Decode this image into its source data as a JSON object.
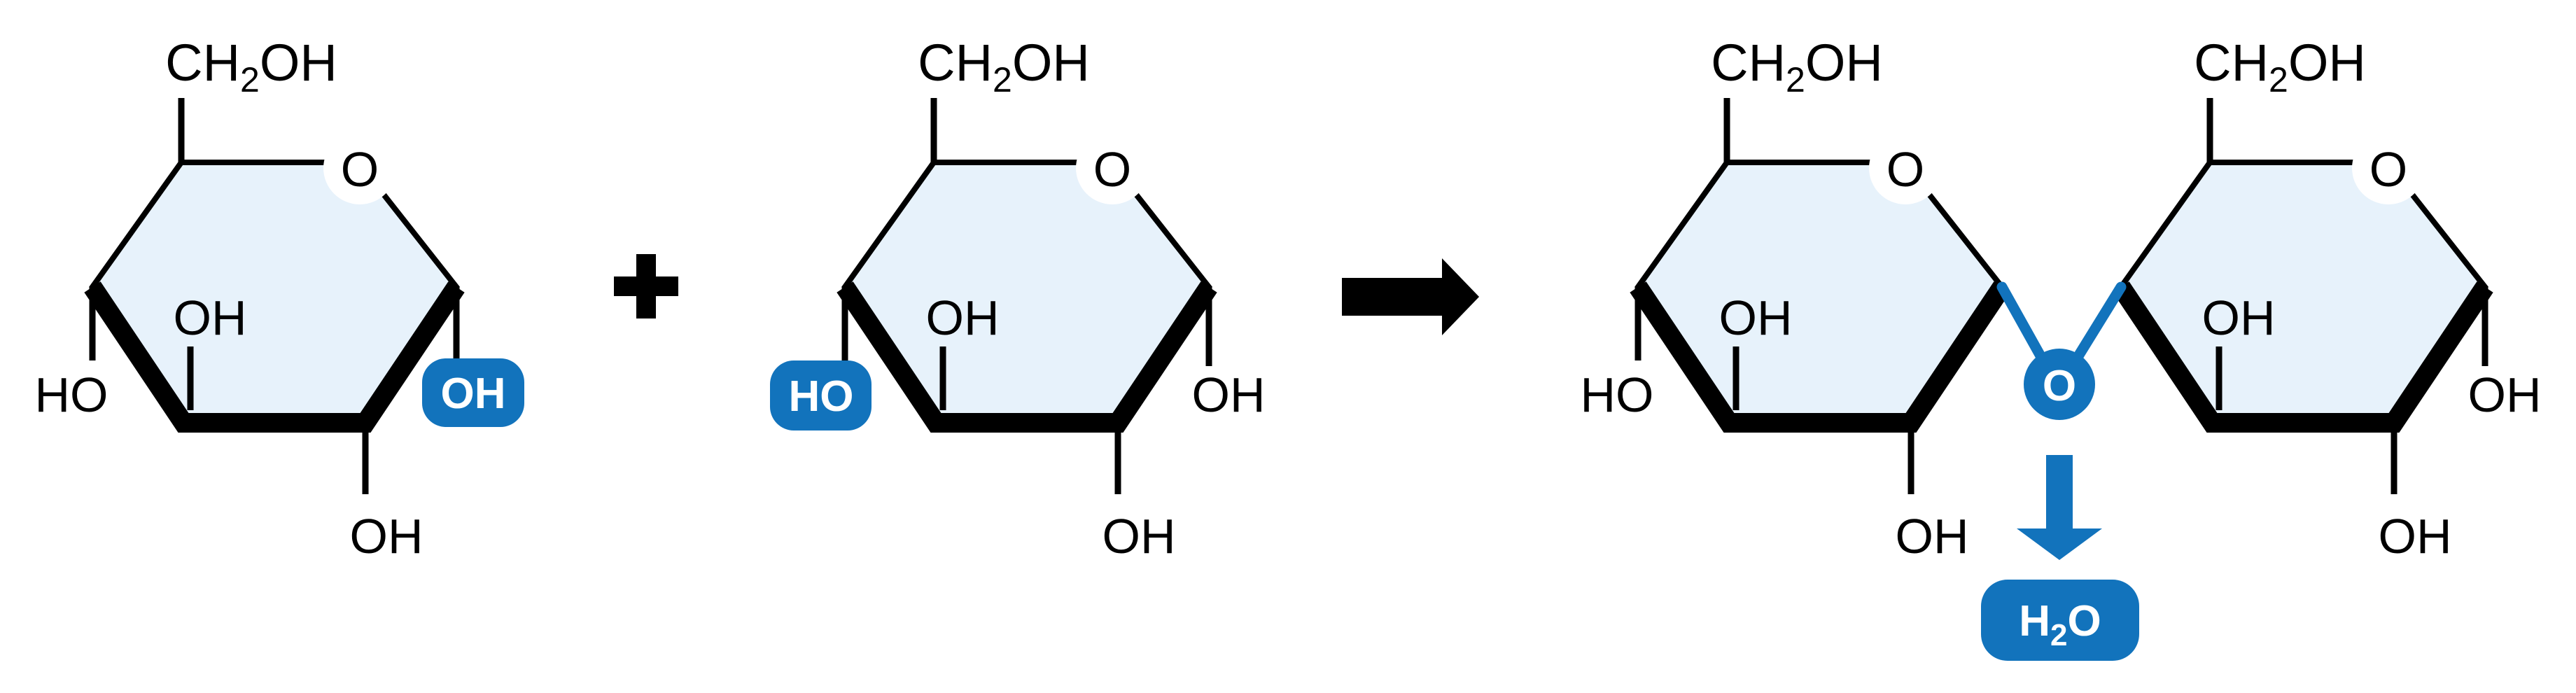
{
  "diagram": {
    "colors": {
      "accent_blue": "#1273BC",
      "ring_fill": "#E7F2FB",
      "line_black": "#000000",
      "background": "#ffffff"
    },
    "operators": {
      "plus": "+"
    },
    "glucose1": {
      "ch2oh": {
        "pre": "CH",
        "sub": "2",
        "post": "OH"
      },
      "ring_oxygen": "O",
      "inner_oh": "OH",
      "left_ho": "HO",
      "anomeric_oh_badge": "OH",
      "bottom_oh": "OH"
    },
    "glucose2": {
      "ch2oh": {
        "pre": "CH",
        "sub": "2",
        "post": "OH"
      },
      "ring_oxygen": "O",
      "inner_oh": "OH",
      "left_ho_badge": "HO",
      "right_oh": "OH",
      "bottom_oh": "OH"
    },
    "product_ring1": {
      "ch2oh": {
        "pre": "CH",
        "sub": "2",
        "post": "OH"
      },
      "ring_oxygen": "O",
      "inner_oh": "OH",
      "left_ho": "HO",
      "bottom_oh": "OH"
    },
    "product_ring2": {
      "ch2oh": {
        "pre": "CH",
        "sub": "2",
        "post": "OH"
      },
      "ring_oxygen": "O",
      "inner_oh": "OH",
      "right_oh": "OH",
      "bottom_oh": "OH"
    },
    "glycosidic_oxygen": "O",
    "water": {
      "pre": "H",
      "sub": "2",
      "post": "O"
    }
  }
}
